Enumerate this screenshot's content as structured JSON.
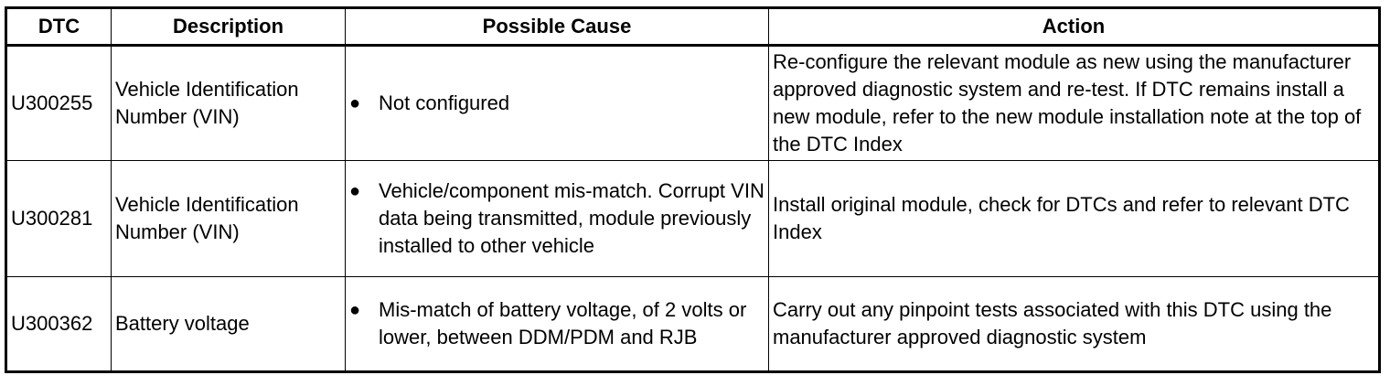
{
  "table": {
    "headers": [
      "DTC",
      "Description",
      "Possible Cause",
      "Action"
    ],
    "bullet_glyph": "●",
    "rows": [
      {
        "dtc": "U300255",
        "description": "Vehicle Identification Number (VIN)",
        "cause": "Not configured",
        "action": "Re-configure the relevant module as new using the manufacturer approved diagnostic system and re-test. If DTC remains install a new module, refer to the new module installation note at the top of the DTC Index"
      },
      {
        "dtc": "U300281",
        "description": "Vehicle Identification Number (VIN)",
        "cause": "Vehicle/component mis-match. Corrupt VIN data being transmitted, module previously installed to other vehicle",
        "action": "Install original module, check for DTCs and refer to relevant DTC Index"
      },
      {
        "dtc": "U300362",
        "description": "Battery voltage",
        "cause": "Mis-match of battery voltage, of 2 volts or lower, between DDM/PDM and RJB",
        "action": "Carry out any pinpoint tests associated with this DTC using the manufacturer approved diagnostic system"
      }
    ]
  }
}
